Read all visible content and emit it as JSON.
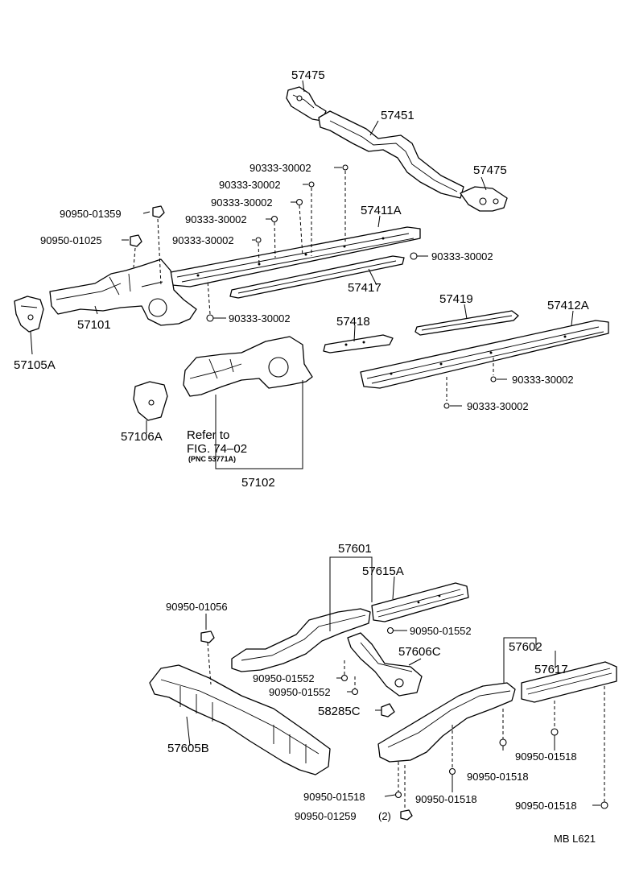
{
  "labels": {
    "p57475_top": "57475",
    "p57451": "57451",
    "p57475_right": "57475",
    "b90333_a": "90333-30002",
    "b90333_b": "90333-30002",
    "b90333_c": "90333-30002",
    "b90333_d": "90333-30002",
    "b90333_e": "90333-30002",
    "b90333_right": "90333-30002",
    "b90333_lower": "90333-30002",
    "p57411a": "57411A",
    "p57417": "57417",
    "n90950_01359": "90950-01359",
    "n90950_01025": "90950-01025",
    "p57101": "57101",
    "p57105a": "57105A",
    "p57419": "57419",
    "p57412a": "57412A",
    "p57418": "57418",
    "b90333_r1": "90333-30002",
    "b90333_r2": "90333-30002",
    "p57106a": "57106A",
    "refer_line1": "Refer to",
    "refer_line2": "FIG. 74–02",
    "refer_line3": "(PNC 53771A)",
    "p57102": "57102",
    "p57601": "57601",
    "p57615a": "57615A",
    "n90950_01056": "90950-01056",
    "n90950_01552_r": "90950-01552",
    "p57602": "57602",
    "p57606c": "57606C",
    "p57617": "57617",
    "n90950_01552_a": "90950-01552",
    "n90950_01552_b": "90950-01552",
    "p58285c": "58285C",
    "p57605b": "57605B",
    "n90950_01518_a": "90950-01518",
    "n90950_01518_b": "90950-01518",
    "n90950_01518_c": "90950-01518",
    "n90950_01518_d": "90950-01518",
    "n90950_01518_e": "90950-01518",
    "n90950_01259": "90950-01259",
    "qty2": "(2)",
    "fig_code": "MB L621"
  }
}
